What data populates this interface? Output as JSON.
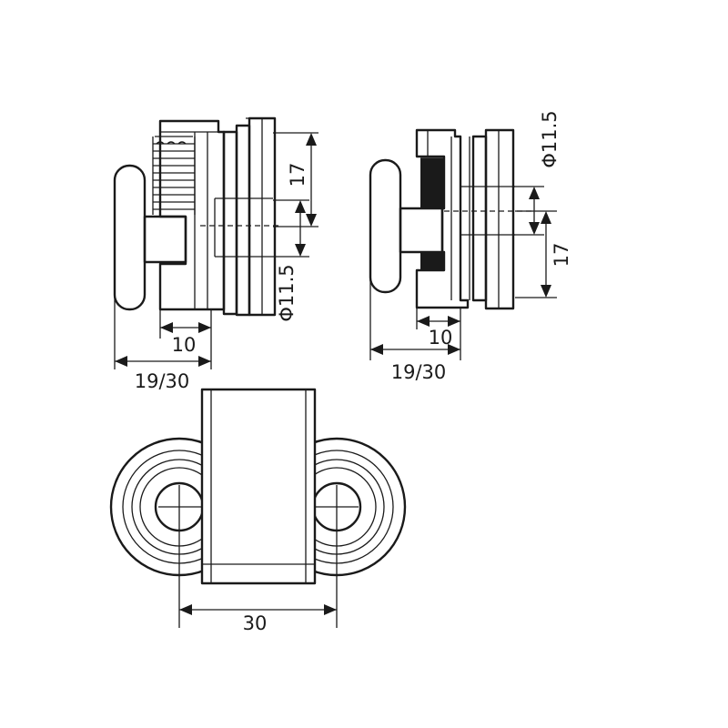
{
  "colors": {
    "line": "#1a1a1a",
    "background": "#ffffff"
  },
  "views": {
    "left": {
      "dim_height": "17",
      "dim_diameter": "Φ11.5",
      "dim_width_inner": "10",
      "dim_width_outer": "19/30"
    },
    "right": {
      "dim_diameter": "Φ11.5",
      "dim_height": "17",
      "dim_width_inner": "10",
      "dim_width_outer": "19/30"
    },
    "bottom": {
      "dim_spacing": "30"
    }
  }
}
